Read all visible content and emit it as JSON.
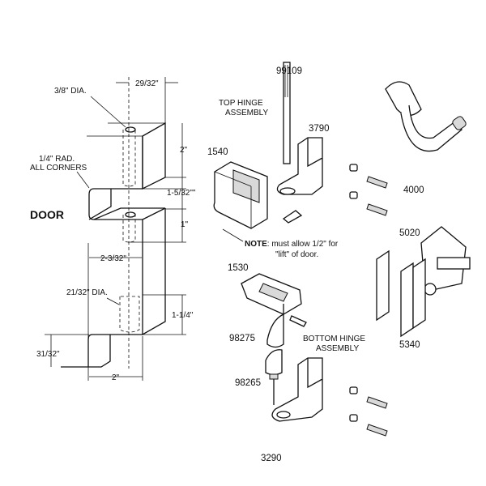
{
  "door_diagram": {
    "door_label": "DOOR",
    "dim_top_width": "29/32\"",
    "hole_top_dia": "3/8\" DIA.",
    "radius_note_1": "1/4\" RAD.",
    "radius_note_2": "ALL CORNERS",
    "dim_upper_height": "2\"",
    "dim_gap": "1-5/32\"\"",
    "dim_middle": "1\"",
    "dim_middle_width": "2-3/32\"",
    "hole_bottom_dia": "21/32\" DIA.",
    "dim_bottom_height": "1-1/4\"",
    "dim_foot_height": "31/32\"",
    "dim_foot_width": "2\""
  },
  "parts": {
    "pin": "99109",
    "top_hinge_1": "TOP HINGE",
    "top_hinge_2": "ASSEMBLY",
    "top_bracket": "3790",
    "top_door_bracket": "1540",
    "hook": "4000",
    "latch": "5020",
    "note_bold": "NOTE",
    "note_rest": ": must allow 1/2\" for",
    "note_line2": "\"lift\" of door.",
    "bottom_door_bracket": "1530",
    "cam": "98275",
    "bottom_hinge_1": "BOTTOM HINGE",
    "bottom_hinge_2": "ASSEMBLY",
    "keeper": "5340",
    "bottom_cam": "98265",
    "bottom_bracket": "3290"
  }
}
